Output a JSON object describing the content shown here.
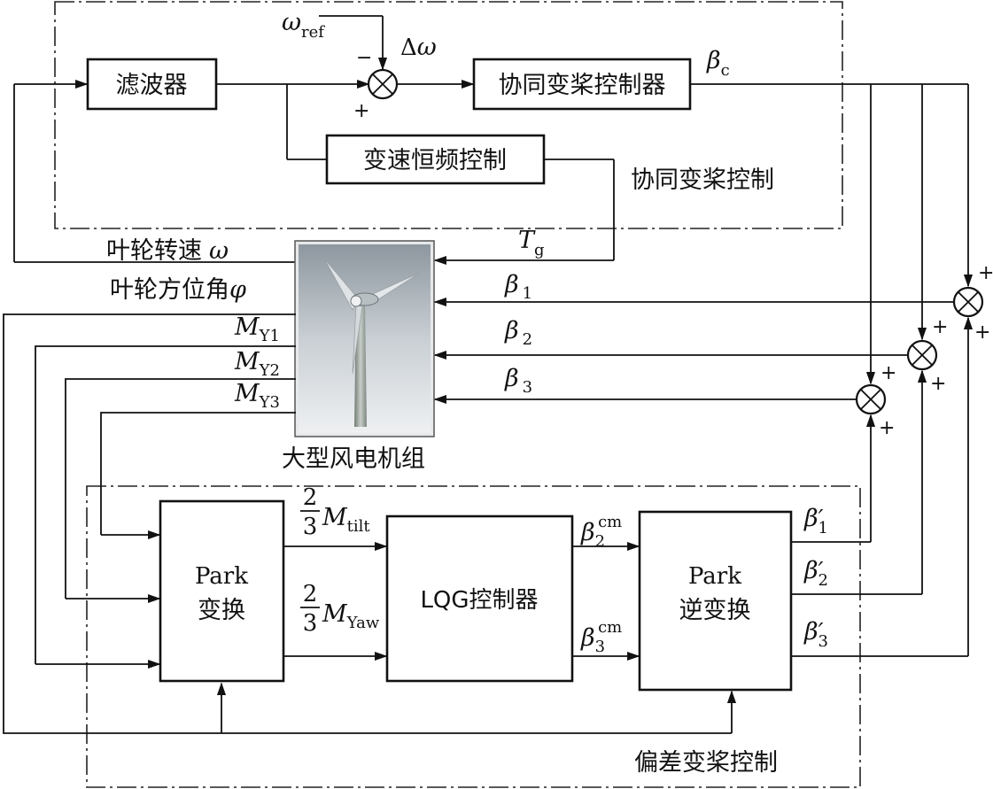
{
  "blocks": {
    "filter": "滤波器",
    "pitch_controller": "协同变桨控制器",
    "vscf": "变速恒频控制",
    "turbine": "大型风电机组",
    "park_line1": "Park",
    "park_line2": "变换",
    "lqg": "LQG控制器",
    "ipark_line1": "Park",
    "ipark_line2": "逆变换"
  },
  "regions": {
    "collective": "协同变桨控制",
    "individual": "偏差变桨控制"
  },
  "labels": {
    "rotor_speed": "叶轮转速",
    "rotor_speed_sym": "ω",
    "azimuth": "叶轮方位角",
    "azimuth_sym": "φ",
    "omega": "ω",
    "omega_ref_sub": "ref",
    "delta": "Δ",
    "beta": "β",
    "beta_c_sub": "c",
    "Tg": "T",
    "Tg_sub": "g",
    "M": "M",
    "MY1_sub": "Y1",
    "MY2_sub": "Y2",
    "MY3_sub": "Y3",
    "tilt_sub": "tilt",
    "yaw_sub": "Yaw",
    "frac_num": "2",
    "frac_den": "3",
    "cm_sup": "cm",
    "prime": "′",
    "one": "1",
    "two": "2",
    "three": "3",
    "minus": "−",
    "plus": "+"
  }
}
